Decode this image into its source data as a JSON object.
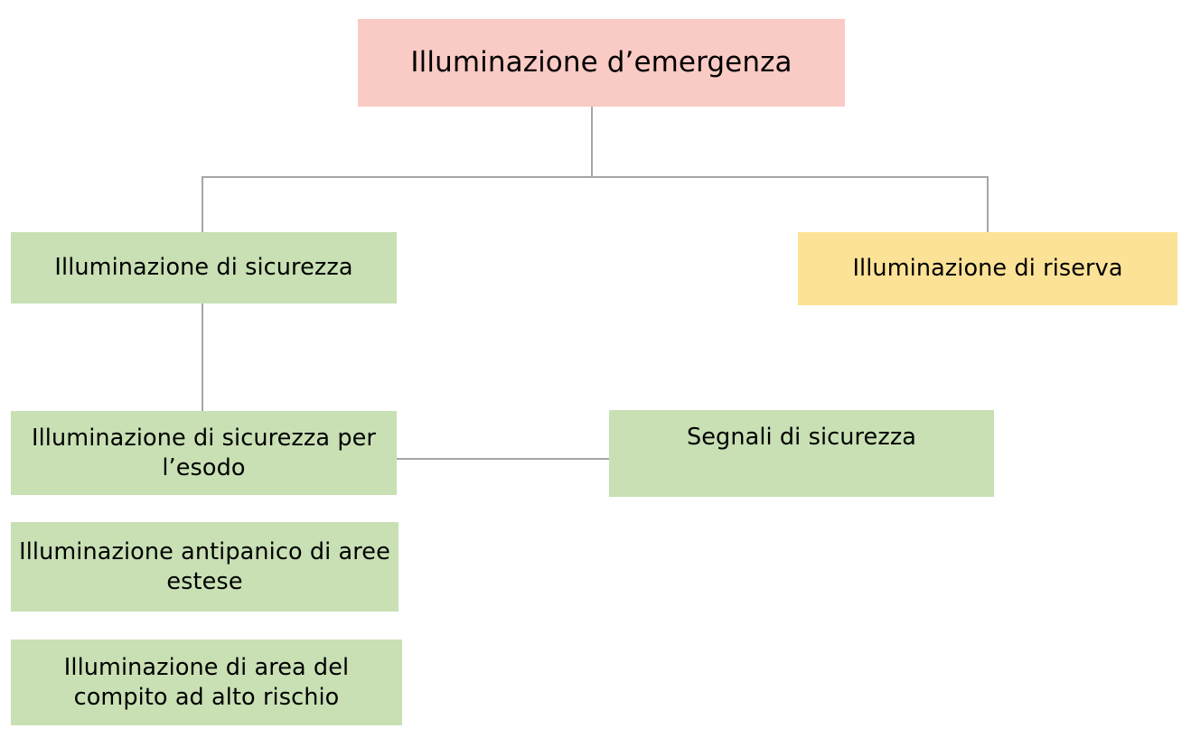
{
  "diagram": {
    "title": "Illuminazione d'emergenza",
    "type": "tree",
    "palette": {
      "root_fill": "#facac4",
      "green_fill": "#c8e0b4",
      "yellow_fill": "#fce296",
      "line": "#a6a6a6",
      "text": "#000000",
      "background": "#ffffff"
    },
    "nodes": {
      "root": {
        "label": "Illuminazione d’emergenza",
        "color": "#facac4"
      },
      "sicurezza": {
        "label": "Illuminazione di sicurezza",
        "color": "#c8e0b4"
      },
      "riserva": {
        "label": "Illuminazione di riserva",
        "color": "#fce296"
      },
      "esodo": {
        "label": "Illuminazione di sicurezza per l’esodo",
        "color": "#c8e0b4"
      },
      "segnali": {
        "label": "Segnali di sicurezza",
        "color": "#c8e0b4"
      },
      "antipanico": {
        "label": "Illuminazione antipanico di aree estese",
        "color": "#c8e0b4"
      },
      "alto_rischio": {
        "label": "Illuminazione di area del compito ad alto rischio",
        "color": "#c8e0b4"
      }
    },
    "edges": [
      {
        "from": "root",
        "to": "sicurezza"
      },
      {
        "from": "root",
        "to": "riserva"
      },
      {
        "from": "sicurezza",
        "to": "esodo"
      },
      {
        "from": "esodo",
        "to": "segnali"
      }
    ]
  }
}
